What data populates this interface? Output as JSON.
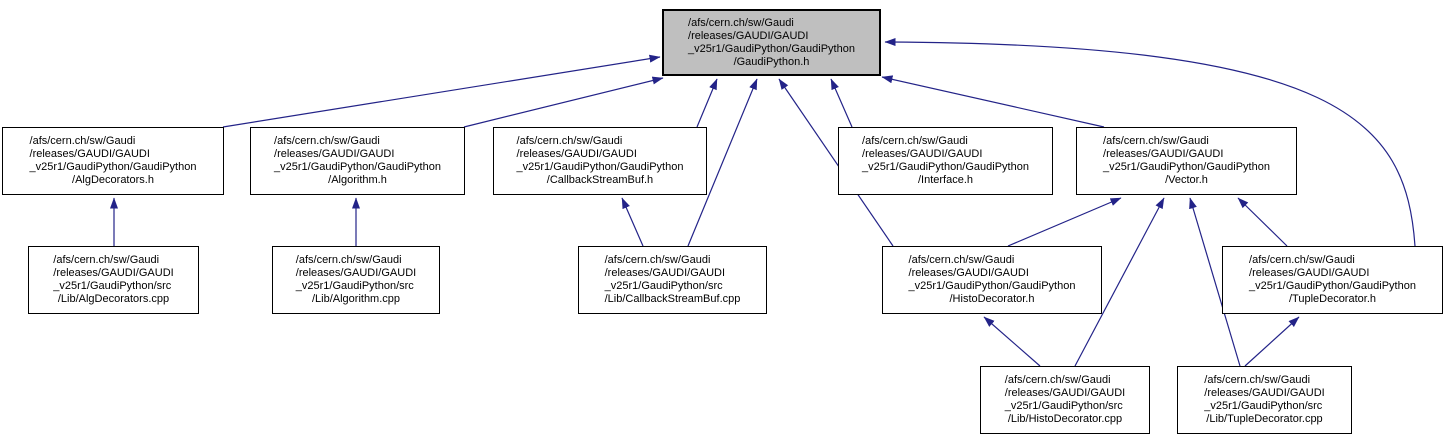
{
  "diagram": {
    "type": "include-dependency-graph",
    "colors": {
      "edge": "#232388",
      "node_border": "#000000",
      "node_fill": "#ffffff",
      "root_fill": "#bfbfbf",
      "background": "#ffffff"
    },
    "nodes": {
      "gaudipython_h": {
        "label": "/afs/cern.ch/sw/Gaudi\n/releases/GAUDI/GAUDI\n_v25r1/GaudiPython/GaudiPython\n/GaudiPython.h"
      },
      "algdecorators_h": {
        "label": "/afs/cern.ch/sw/Gaudi\n/releases/GAUDI/GAUDI\n_v25r1/GaudiPython/GaudiPython\n/AlgDecorators.h"
      },
      "algorithm_h": {
        "label": "/afs/cern.ch/sw/Gaudi\n/releases/GAUDI/GAUDI\n_v25r1/GaudiPython/GaudiPython\n/Algorithm.h"
      },
      "callbackstreambuf_h": {
        "label": "/afs/cern.ch/sw/Gaudi\n/releases/GAUDI/GAUDI\n_v25r1/GaudiPython/GaudiPython\n/CallbackStreamBuf.h"
      },
      "interface_h": {
        "label": "/afs/cern.ch/sw/Gaudi\n/releases/GAUDI/GAUDI\n_v25r1/GaudiPython/GaudiPython\n/Interface.h"
      },
      "vector_h": {
        "label": "/afs/cern.ch/sw/Gaudi\n/releases/GAUDI/GAUDI\n_v25r1/GaudiPython/GaudiPython\n/Vector.h"
      },
      "algdecorators_cpp": {
        "label": "/afs/cern.ch/sw/Gaudi\n/releases/GAUDI/GAUDI\n_v25r1/GaudiPython/src\n/Lib/AlgDecorators.cpp"
      },
      "algorithm_cpp": {
        "label": "/afs/cern.ch/sw/Gaudi\n/releases/GAUDI/GAUDI\n_v25r1/GaudiPython/src\n/Lib/Algorithm.cpp"
      },
      "callbackstreambuf_cpp": {
        "label": "/afs/cern.ch/sw/Gaudi\n/releases/GAUDI/GAUDI\n_v25r1/GaudiPython/src\n/Lib/CallbackStreamBuf.cpp"
      },
      "histodecorator_h": {
        "label": "/afs/cern.ch/sw/Gaudi\n/releases/GAUDI/GAUDI\n_v25r1/GaudiPython/GaudiPython\n/HistoDecorator.h"
      },
      "tupledecorator_h": {
        "label": "/afs/cern.ch/sw/Gaudi\n/releases/GAUDI/GAUDI\n_v25r1/GaudiPython/GaudiPython\n/TupleDecorator.h"
      },
      "histodecorator_cpp": {
        "label": "/afs/cern.ch/sw/Gaudi\n/releases/GAUDI/GAUDI\n_v25r1/GaudiPython/src\n/Lib/HistoDecorator.cpp"
      },
      "tupledecorator_cpp": {
        "label": "/afs/cern.ch/sw/Gaudi\n/releases/GAUDI/GAUDI\n_v25r1/GaudiPython/src\n/Lib/TupleDecorator.cpp"
      }
    },
    "edges": [
      {
        "from": "AlgDecorators.h",
        "to": "GaudiPython.h"
      },
      {
        "from": "Algorithm.h",
        "to": "GaudiPython.h"
      },
      {
        "from": "CallbackStreamBuf.h",
        "to": "GaudiPython.h"
      },
      {
        "from": "Lib/CallbackStreamBuf.cpp",
        "to": "GaudiPython.h"
      },
      {
        "from": "HistoDecorator.h",
        "to": "GaudiPython.h"
      },
      {
        "from": "Interface.h",
        "to": "GaudiPython.h"
      },
      {
        "from": "Vector.h",
        "to": "GaudiPython.h"
      },
      {
        "from": "TupleDecorator.h",
        "to": "GaudiPython.h"
      },
      {
        "from": "Lib/AlgDecorators.cpp",
        "to": "AlgDecorators.h"
      },
      {
        "from": "Lib/Algorithm.cpp",
        "to": "Algorithm.h"
      },
      {
        "from": "Lib/CallbackStreamBuf.cpp",
        "to": "CallbackStreamBuf.h"
      },
      {
        "from": "HistoDecorator.h",
        "to": "Vector.h"
      },
      {
        "from": "TupleDecorator.h",
        "to": "Vector.h"
      },
      {
        "from": "Lib/HistoDecorator.cpp",
        "to": "Vector.h"
      },
      {
        "from": "Lib/TupleDecorator.cpp",
        "to": "Vector.h"
      },
      {
        "from": "Lib/HistoDecorator.cpp",
        "to": "HistoDecorator.h"
      },
      {
        "from": "Lib/TupleDecorator.cpp",
        "to": "TupleDecorator.h"
      }
    ]
  }
}
